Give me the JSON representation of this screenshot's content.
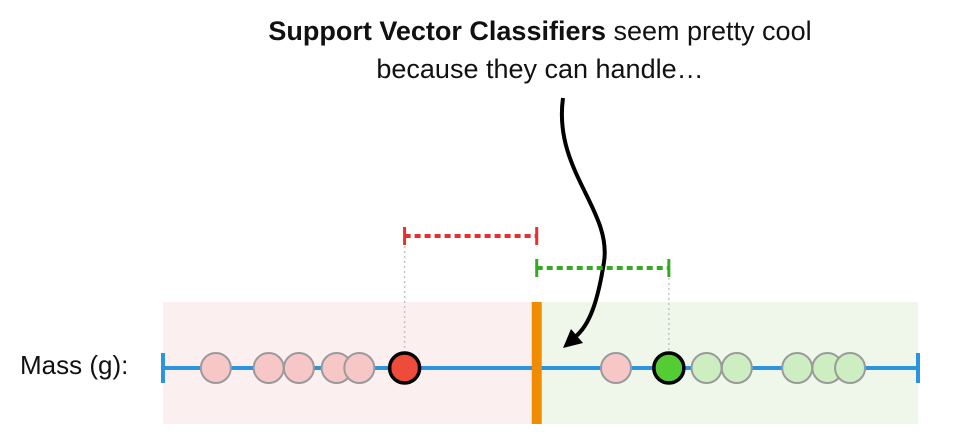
{
  "caption": {
    "bold": "Support Vector Classifiers",
    "rest_line1": " seem pretty cool",
    "line2": "because they can handle…"
  },
  "axis": {
    "label": "Mass (g):"
  },
  "colors": {
    "axis_line": "#2b93e0",
    "left_region": "#fcefef",
    "right_region": "#eef7ea",
    "threshold": "#f08c00",
    "red_obs": "#f7c6c6",
    "green_obs": "#cdeec0",
    "red_support": "#ee4b3b",
    "green_support": "#55cc33",
    "red_margin": "#e53030",
    "green_margin": "#33aa22",
    "arrow": "#000000"
  },
  "observations": {
    "red": [
      0.07,
      0.14,
      0.18,
      0.23,
      0.26,
      0.6
    ],
    "green": [
      0.72,
      0.76,
      0.84,
      0.88,
      0.91
    ]
  },
  "support_vectors": {
    "red": 0.32,
    "green": 0.67
  },
  "threshold": 0.495
}
